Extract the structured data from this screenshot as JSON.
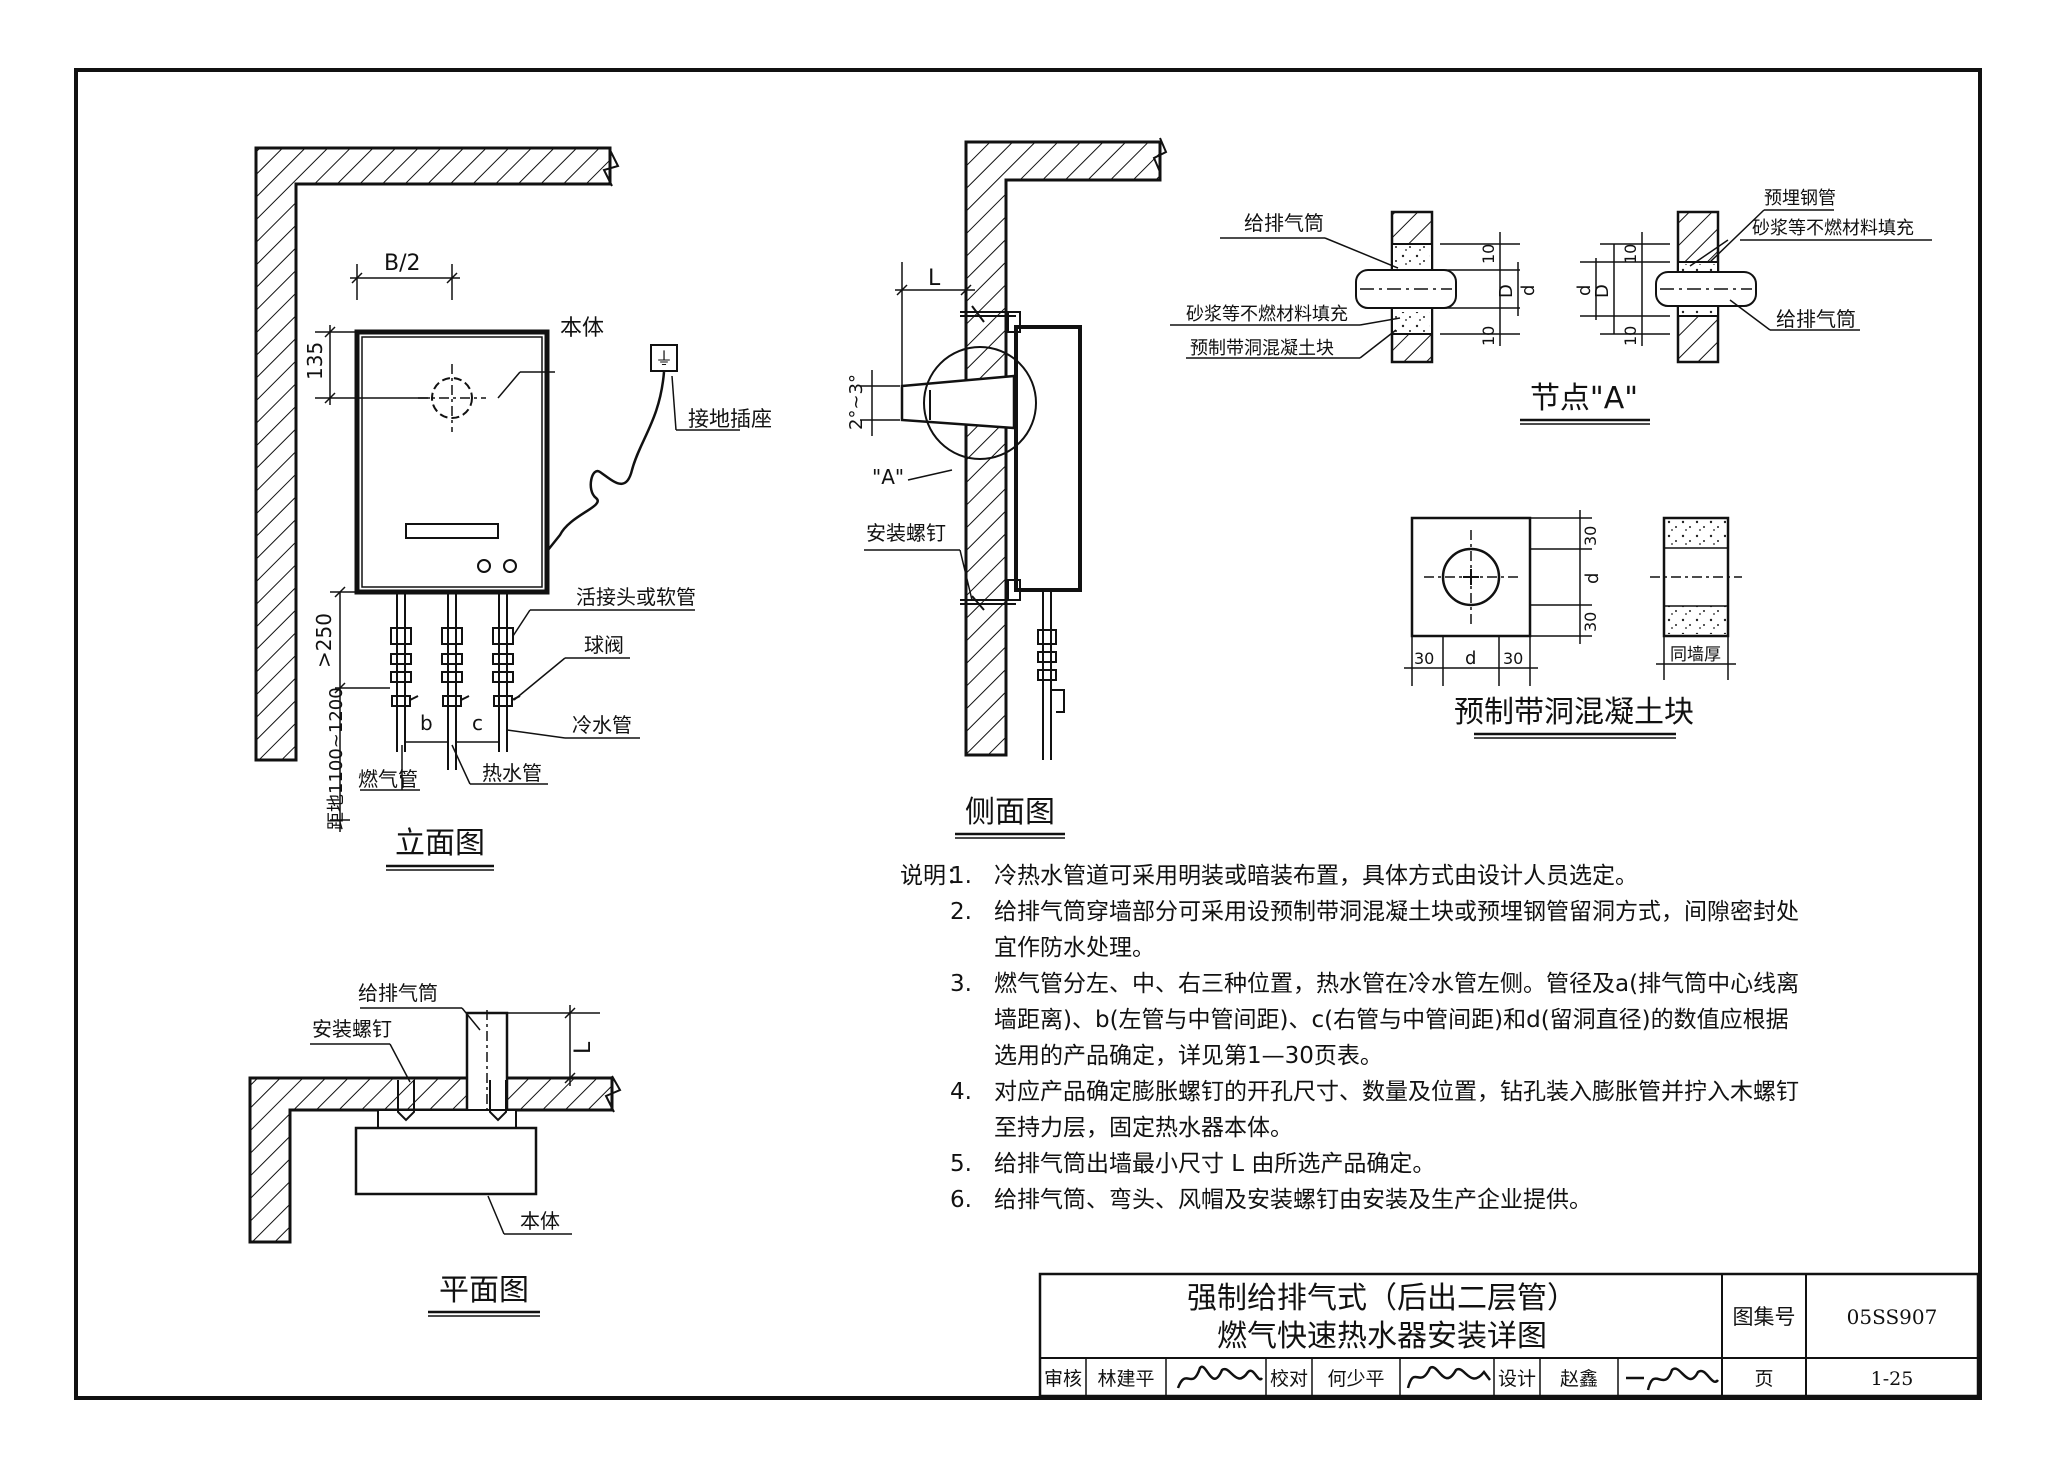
{
  "views": {
    "elevation": {
      "title": "立面图",
      "labels": {
        "half_width": "B/2",
        "body": "本体",
        "dim_135": "135",
        "ground_socket": "接地插座",
        "dim_250": ">250",
        "union": "活接头或软管",
        "ball_valve": "球阀",
        "cold_pipe": "冷水管",
        "gas_pipe": "燃气管",
        "hot_pipe": "热水管",
        "dim_b": "b",
        "dim_c": "c",
        "pipe_height": "距地1100~1200"
      }
    },
    "side": {
      "title": "侧面图",
      "labels": {
        "dim_L": "L",
        "slope": "2°~3°",
        "node_ref": "\"A\"",
        "mount_screw": "安装螺钉"
      }
    },
    "plan": {
      "title": "平面图",
      "labels": {
        "flue": "给排气筒",
        "mount_screw": "安装螺钉",
        "dim_L": "L",
        "body": "本体"
      }
    },
    "node_a": {
      "title": "节点\"A\"",
      "labels": {
        "flue_left": "给排气筒",
        "mortar_left": "砂浆等不燃材料填充",
        "precast_block": "预制带洞混凝土块",
        "embedded_pipe": "预埋钢管",
        "mortar_right": "砂浆等不燃材料填充",
        "flue_right": "给排气筒",
        "dim_10": "10",
        "dim_D": "D",
        "dim_d": "d"
      }
    },
    "block": {
      "title": "预制带洞混凝土块",
      "labels": {
        "dim_30": "30",
        "dim_d": "d",
        "wall_thickness": "同墙厚"
      }
    }
  },
  "notes": {
    "lead": "说明：",
    "items": [
      {
        "num": "1.",
        "text": "冷热水管道可采用明装或暗装布置，具体方式由设计人员选定。"
      },
      {
        "num": "2.",
        "text": "给排气筒穿墙部分可采用设预制带洞混凝土块或预埋钢管留洞方式，间隙密封处宜作防水处理。"
      },
      {
        "num": "3.",
        "text": "燃气管分左、中、右三种位置，热水管在冷水管左侧。管径及a(排气筒中心线离墙距离)、b(左管与中管间距)、c(右管与中管间距)和d(留洞直径)的数值应根据选用的产品确定，详见第1—30页表。"
      },
      {
        "num": "4.",
        "text": "对应产品确定膨胀螺钉的开孔尺寸、数量及位置，钻孔装入膨胀管并拧入木螺钉至持力层，固定热水器本体。"
      },
      {
        "num": "5.",
        "text": "给排气筒出墙最小尺寸 L 由所选产品确定。"
      },
      {
        "num": "6.",
        "text": "给排气筒、弯头、风帽及安装螺钉由安装及生产企业提供。"
      }
    ]
  },
  "title_block": {
    "title_line1": "强制给排气式（后出二层管）",
    "title_line2": "燃气快速热水器安装详图",
    "atlas_label": "图集号",
    "atlas_no": "05SS907",
    "review_label": "审核",
    "reviewer": "林建平",
    "check_label": "校对",
    "checker": "何少平",
    "design_label": "设计",
    "designer": "赵鑫",
    "page_label": "页",
    "page_no": "1-25"
  }
}
